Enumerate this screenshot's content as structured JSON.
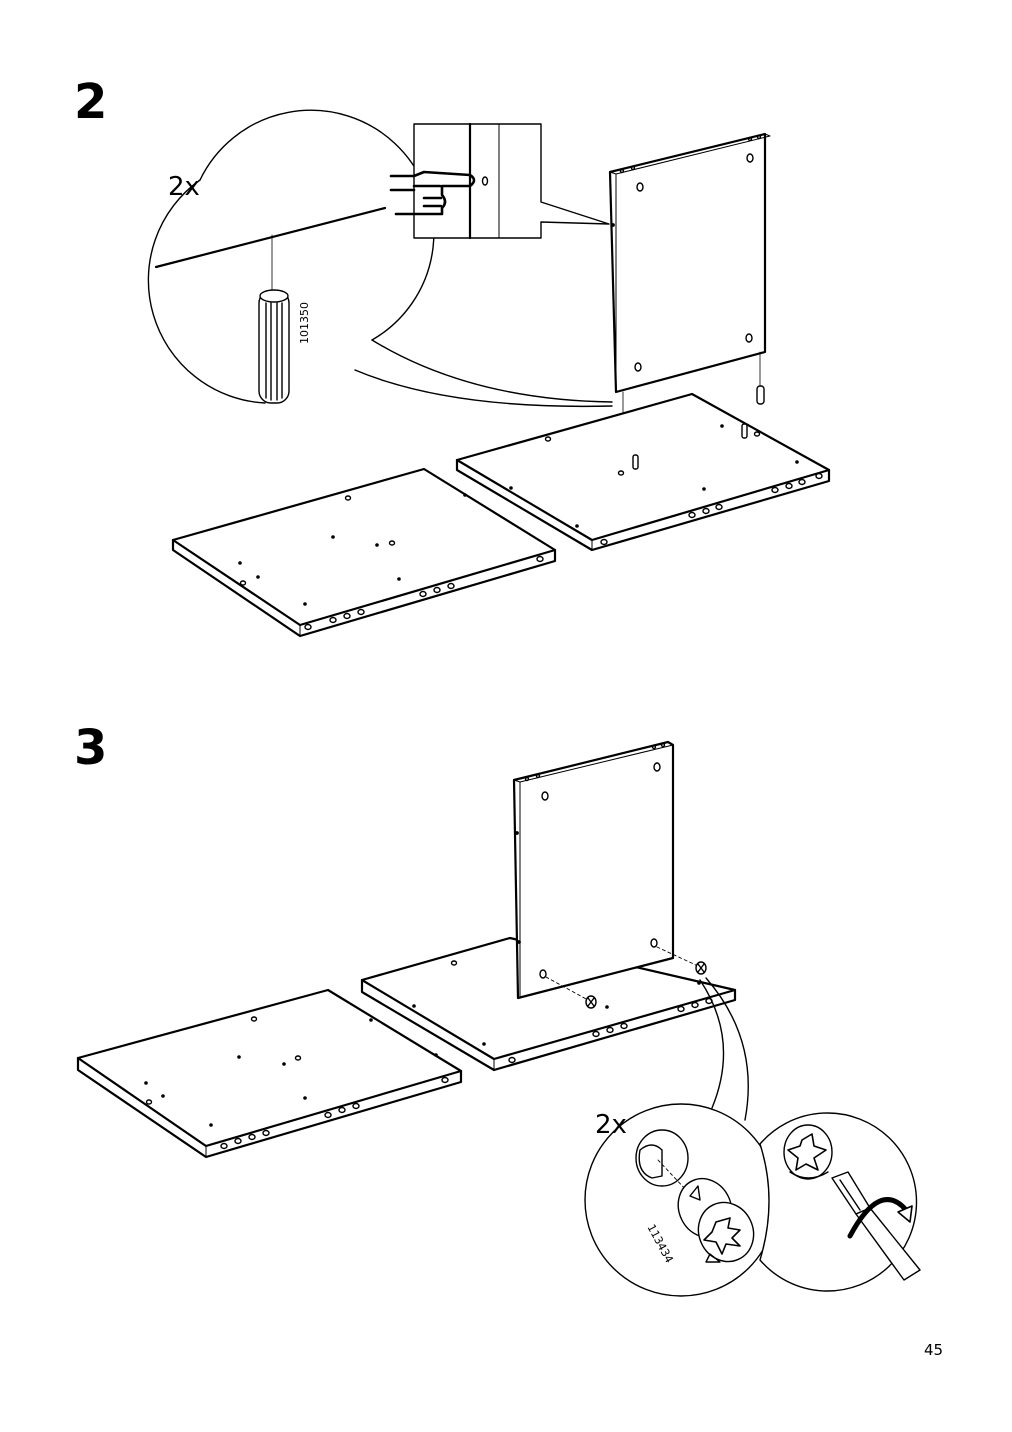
{
  "steps": [
    {
      "number": "2",
      "quantity": "2x",
      "part_number": "101350"
    },
    {
      "number": "3",
      "quantity": "2x",
      "part_number": "113434"
    }
  ],
  "page_number": "45",
  "icons": {
    "step2_pointer": "pointing-hand-icon",
    "step3_tool": "screwdriver-icon",
    "step3_rotation": "rotate-clockwise-arrow-icon"
  }
}
